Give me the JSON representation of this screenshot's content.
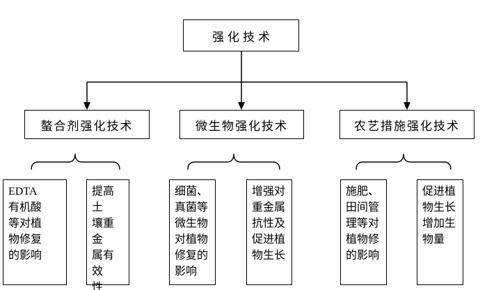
{
  "diagram": {
    "root": {
      "label": "强化技术"
    },
    "branches": [
      {
        "label": "螯合剂强化技术",
        "children": [
          {
            "text": "EDTA\n有机酸\n等对植\n物修复\n的影响"
          },
          {
            "text": "提高土\n壤重金\n属有效\n性"
          }
        ]
      },
      {
        "label": "微生物强化技术",
        "children": [
          {
            "text": "细菌、\n真菌等\n微生物\n对植物\n修复的\n影响"
          },
          {
            "text": "增强对\n重金属\n抗性及\n促进植\n物生长"
          }
        ]
      },
      {
        "label": "农艺措施强化技术",
        "children": [
          {
            "text": "施肥、\n田间管\n理等对\n植物修\n的影响"
          },
          {
            "text": "促进植\n物生长\n增加生\n物量"
          }
        ]
      }
    ]
  }
}
